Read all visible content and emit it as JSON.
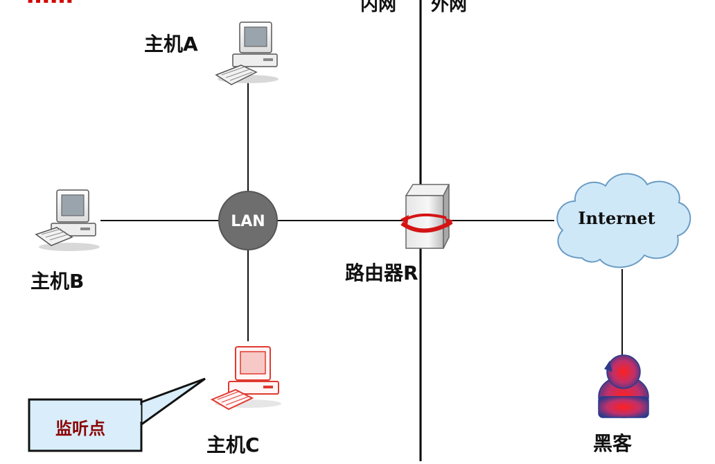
{
  "title_partial": "……",
  "zones": {
    "inner": "内网",
    "outer": "外网"
  },
  "nodes": {
    "host_a": "主机A",
    "host_b": "主机B",
    "host_c": "主机C",
    "lan": "LAN",
    "router": "路由器R",
    "internet": "Internet",
    "hacker": "黑客"
  },
  "callout": "监听点",
  "colors": {
    "title": "#d40000",
    "lan_node": "#6e6e6e",
    "cloud_fill": "#cfe8f8",
    "callout_bg": "#d9eefa",
    "monitored_host": "#e0392f"
  }
}
